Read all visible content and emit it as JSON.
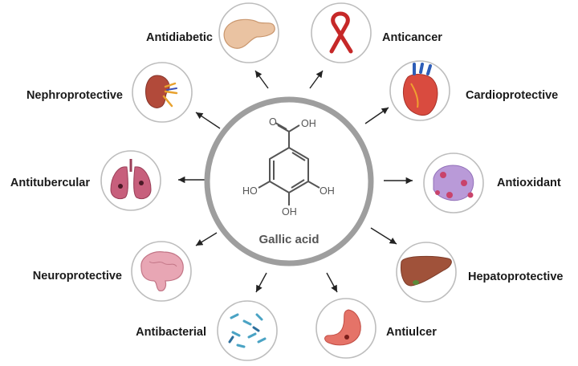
{
  "center": {
    "label": "Gallic acid",
    "groups": {
      "carboxyl_o": "O",
      "carboxyl_oh": "OH",
      "oh_left": "HO",
      "oh_right": "OH",
      "oh_bottom": "OH"
    }
  },
  "activities": [
    {
      "id": "antidiabetic",
      "label": "Antidiabetic",
      "icon": "pancreas-icon"
    },
    {
      "id": "anticancer",
      "label": "Anticancer",
      "icon": "ribbon-icon"
    },
    {
      "id": "cardioprotective",
      "label": "Cardioprotective",
      "icon": "heart-icon"
    },
    {
      "id": "antioxidant",
      "label": "Antioxidant",
      "icon": "cell-icon"
    },
    {
      "id": "hepatoprotective",
      "label": "Hepatoprotective",
      "icon": "liver-icon"
    },
    {
      "id": "antiulcer",
      "label": "Antiulcer",
      "icon": "stomach-icon"
    },
    {
      "id": "antibacterial",
      "label": "Antibacterial",
      "icon": "bacteria-icon"
    },
    {
      "id": "neuroprotective",
      "label": "Neuroprotective",
      "icon": "brain-icon"
    },
    {
      "id": "antitubercular",
      "label": "Antitubercular",
      "icon": "lungs-icon"
    },
    {
      "id": "nephroprotective",
      "label": "Nephroprotective",
      "icon": "kidney-icon"
    }
  ]
}
